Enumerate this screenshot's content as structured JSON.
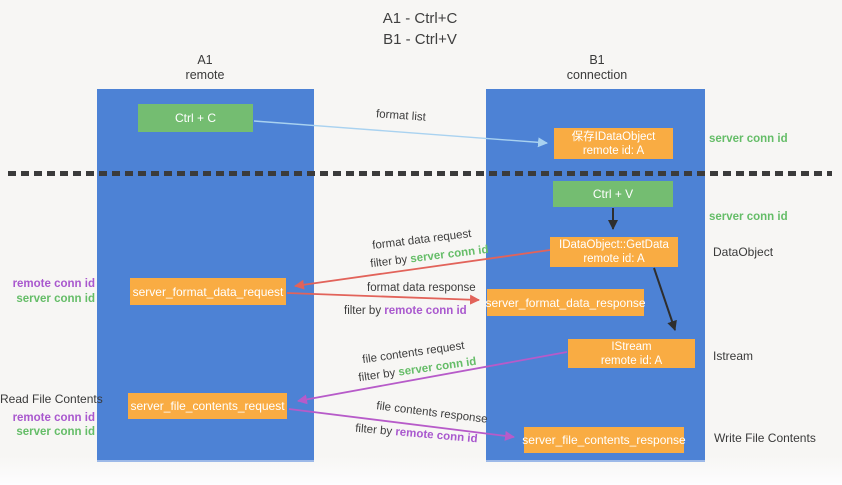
{
  "title": {
    "line1": "A1 - Ctrl+C",
    "line2": "B1 - Ctrl+V"
  },
  "lifelines": {
    "left": {
      "name": "A1",
      "role": "remote"
    },
    "right": {
      "name": "B1",
      "role": "connection"
    }
  },
  "nodes": {
    "ctrl_c": {
      "label": "Ctrl + C"
    },
    "save_dataobject": {
      "line1": "保存IDataObject",
      "line2": "remote id: A"
    },
    "ctrl_v": {
      "label": "Ctrl + V"
    },
    "getdata": {
      "line1": "IDataObject::GetData",
      "line2": "remote id: A"
    },
    "format_request": {
      "label": "server_format_data_request"
    },
    "format_response": {
      "label": "server_format_data_response"
    },
    "istream": {
      "line1": "IStream",
      "line2": "remote id: A"
    },
    "file_request": {
      "label": "server_file_contents_request"
    },
    "file_response": {
      "label": "server_file_contents_response"
    }
  },
  "flow_labels": {
    "format_list": "format list",
    "format_data_request": "format data request",
    "format_data_request_filter": {
      "prefix": "filter by ",
      "key": "server conn id"
    },
    "format_data_response": "format data response",
    "format_data_response_filter": {
      "prefix": "filter by ",
      "key": "remote conn id"
    },
    "file_contents_request": "file contents request",
    "file_contents_request_filter": {
      "prefix": "filter by ",
      "key": "server conn id"
    },
    "file_contents_response": "file contents response",
    "file_contents_response_filter": {
      "prefix": "filter by ",
      "key": "remote conn id"
    }
  },
  "side_labels": {
    "right_server_conn_id_top": "server conn id",
    "right_server_conn_id_mid": "server conn id",
    "right_dataobject": "DataObject",
    "right_istream": "Istream",
    "right_write_file_contents": "Write File Contents",
    "left_remote_conn_id_top": "remote conn id",
    "left_server_conn_id_top": "server conn id",
    "left_read_file_contents": "Read File Contents",
    "left_remote_conn_id_bottom": "remote conn id",
    "left_server_conn_id_bottom": "server conn id"
  },
  "colors": {
    "lifeline_blue": "#4d82d5",
    "node_green": "#74bd71",
    "node_orange": "#f9ac43",
    "arrow_blue": "#a9d2f0",
    "arrow_red": "#e2635a",
    "arrow_purple": "#b75bc9",
    "arrow_black": "#2e2e2e",
    "label_green": "#65bd68",
    "label_purple": "#a958ce",
    "text_dark": "#3d3d3d",
    "bg": "#f7f6f4"
  }
}
